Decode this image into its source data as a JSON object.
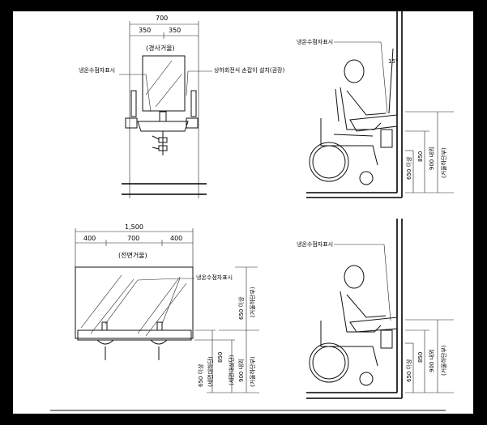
{
  "top_left": {
    "dim_total": "700",
    "dim_left": "350",
    "dim_right": "350",
    "mirror_label": "(경사거울)",
    "braille_label": "냉온수점자표시",
    "grab_bar_label": "상하회전식 손잡이 설치(권장)"
  },
  "top_right": {
    "braille_label": "냉온수점자표시",
    "angle_label": "15°",
    "dim_650": "650 이상",
    "dim_850": "850",
    "dim_900": "900 내외",
    "mirror_note": "(거울하단부)"
  },
  "bottom_left": {
    "dim_total": "1,500",
    "dim_a": "400",
    "dim_b": "700",
    "dim_c": "400",
    "mirror_label": "(전면거울)",
    "braille_label": "냉온수점자표시",
    "dim_650_up": "650 이상",
    "mirror_note_up": "(거울하단부)",
    "dim_900": "900 내외",
    "mirror_note_900": "(거울하단부)",
    "dim_850": "850",
    "sink_note": "(세면대상단)",
    "dim_650": "650 이상",
    "sink_note_low": "(세면대하단)"
  },
  "bottom_right": {
    "braille_label": "냉온수점자표시",
    "dim_650": "650 이상",
    "dim_850": "850",
    "dim_900": "900 내외",
    "mirror_note": "(거울하단부)"
  }
}
